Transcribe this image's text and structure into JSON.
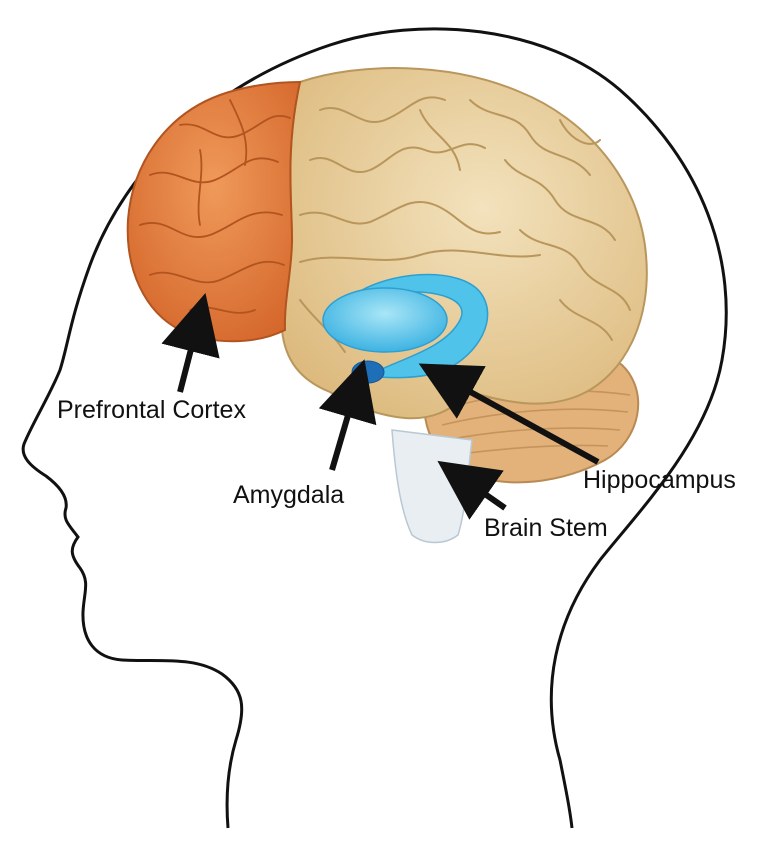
{
  "labels": {
    "prefrontal_cortex": "Prefrontal Cortex",
    "amygdala": "Amygdala",
    "hippocampus": "Hippocampus",
    "brain_stem": "Brain Stem"
  },
  "colors": {
    "head_outline": "#111111",
    "prefrontal": "#e07a3a",
    "cerebrum": "#e8cf9b",
    "cerebellum": "#e2b27a",
    "brain_stem": "#e9eef2",
    "hippocampus": "#4fc3ea",
    "amygdala": "#1f6fb8",
    "arrow": "#111111"
  }
}
